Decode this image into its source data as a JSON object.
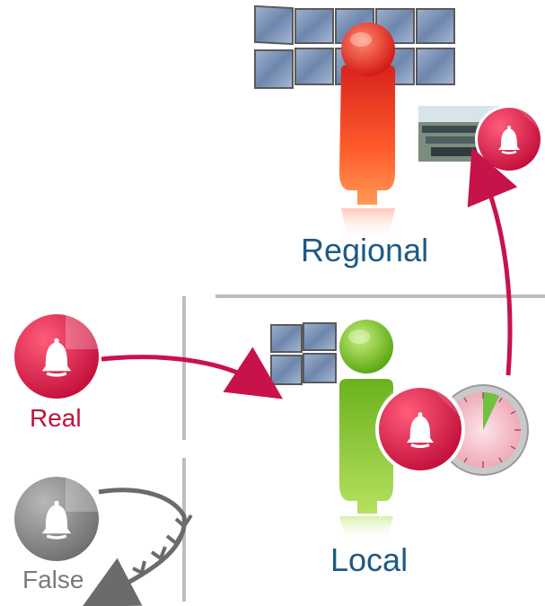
{
  "labels": {
    "regional": "Regional",
    "local": "Local",
    "real": "Real",
    "false": "False"
  },
  "colors": {
    "regional_operator": "#e8322b",
    "local_operator": "#7cc226",
    "alarm_real": "#d4184a",
    "alarm_false": "#8a8a8a",
    "arrow_escalate": "#c8124a",
    "arrow_dismiss": "#6b6b6b",
    "label_blue": "#1d5a86",
    "divider": "#bdbdbd"
  },
  "icons": [
    "video-wall-icon",
    "operator-icon",
    "alarm-bell-icon",
    "timer-icon",
    "control-room-photo"
  ]
}
